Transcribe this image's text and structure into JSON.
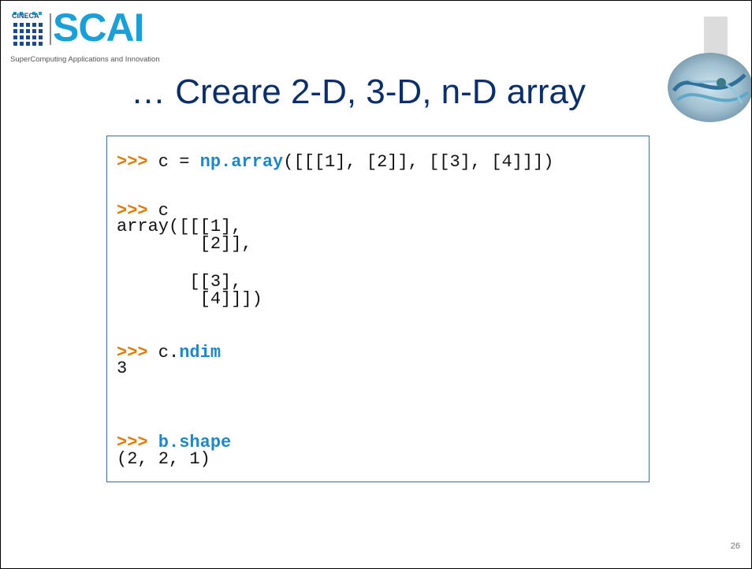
{
  "logo": {
    "small_brand": "CINECA",
    "brand": "SCAI",
    "tagline": "SuperComputing Applications and Innovation"
  },
  "slide": {
    "title": "… Creare 2-D, 3-D, n-D array",
    "page_number": "26"
  },
  "code": {
    "prompt": ">>>",
    "line1_pre": " c = ",
    "line1_kw": "np.array",
    "line1_post": "([[[1], [2]], [[3], [4]]])",
    "line2_pre": " c",
    "out1": "array([[[1],",
    "out2": "        [2]],",
    "out3": "       [[3],",
    "out4": "        [4]]])",
    "line3_pre": " c.",
    "line3_kw": "ndim",
    "out5": "3",
    "line4_kw": " b.shape",
    "out6": "(2, 2, 1)"
  },
  "colors": {
    "title": "#0b2f6b",
    "brand": "#1aa0d8",
    "prompt": "#e07a00",
    "keyword": "#1f86c8",
    "box_border": "#3f6aa8"
  }
}
